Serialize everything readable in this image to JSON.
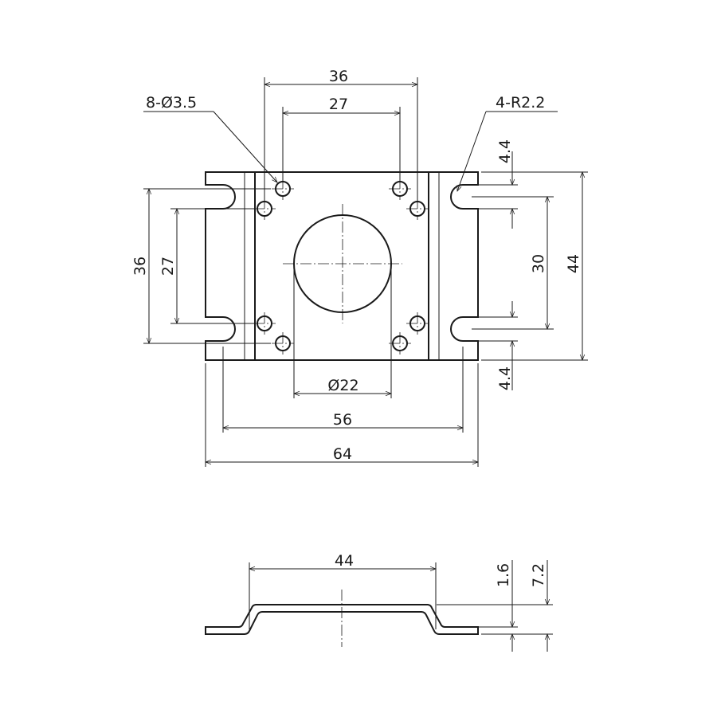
{
  "dimensions": {
    "holes_outer_width": "36",
    "holes_inner_width": "27",
    "holes_note": "8-Ø3.5",
    "slots_note": "4-R2.2",
    "slot_edge_top": "4.4",
    "slot_edge_bottom": "4.4",
    "left_height_outer": "36",
    "left_height_inner": "27",
    "slot_spacing": "30",
    "plate_height": "44",
    "bore_diameter": "Ø22",
    "slot_spacing_width": "56",
    "plate_width": "64",
    "side_width": "44",
    "thickness": "1.6",
    "total_height": "7.2"
  }
}
